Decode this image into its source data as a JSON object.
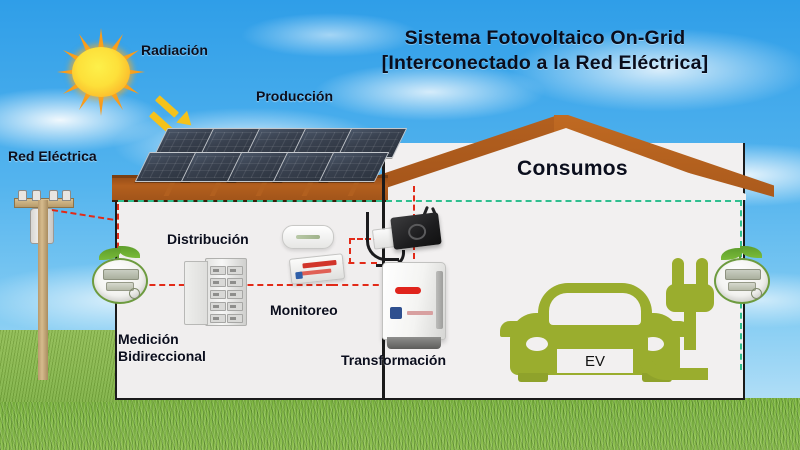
{
  "title": {
    "line1": "Sistema Fotovoltaico On-Grid",
    "line2": "[Interconectado a la Red Eléctrica]"
  },
  "labels": {
    "radiacion": "Radiación",
    "produccion": "Producción",
    "red_electrica": "Red Eléctrica",
    "consumos": "Consumos",
    "distribucion": "Distribución",
    "monitoreo": "Monitoreo",
    "medicion_l1": "Medición",
    "medicion_l2": "Bidireccional",
    "transformacion": "Transformación"
  },
  "vehicle": {
    "plate": "EV"
  },
  "colors": {
    "sky": "#54b4ee",
    "grass": "#7fb645",
    "roof_brown": "#b35f1e",
    "wall": "#f0eeee",
    "wire_red": "#e22a18",
    "wire_green": "#2fbf8f",
    "eco_green": "#9aad2e",
    "meter_rim": "#6d9b3f",
    "sun_ray": "#f99c1c",
    "sun_core": "#fde03a",
    "arrow_yellow": "#f5c21b",
    "title_text": "#0a0d1c"
  },
  "icons": {
    "sun": "sun-icon",
    "radiation_arrows": "radiation-arrows-icon",
    "utility_pole": "utility-pole-icon",
    "meter_left": "bidirectional-meter-icon",
    "meter_right": "consumption-meter-icon",
    "breaker_panel": "breaker-panel-icon",
    "router": "monitoring-router-icon",
    "datalogger": "data-logger-icon",
    "combiner": "combiner-box-icon",
    "inverter": "inverter-icon",
    "car": "electric-car-icon",
    "plug": "charging-plug-icon",
    "solar_panels": "solar-panel-array-icon"
  },
  "solar": {
    "rows": 2,
    "panels_per_row": 5
  }
}
